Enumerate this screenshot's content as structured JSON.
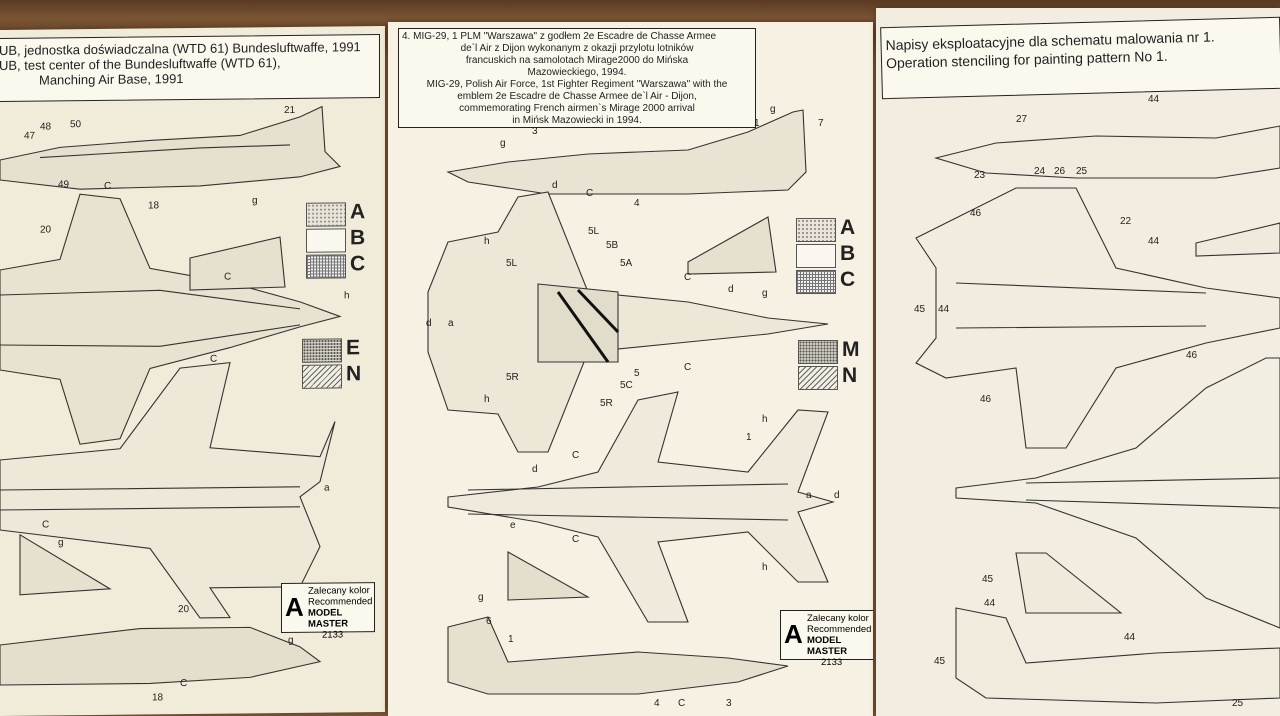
{
  "left_sheet": {
    "caption_lines": [
      "UB, jednostka doświadczalna (WTD 61) Bundesluftwaffe, 1991",
      "UB, test center of the Bundesluftwaffe (WTD 61),",
      "Manching Air Base, 1991"
    ],
    "swatches": [
      "A",
      "B",
      "C",
      "E",
      "N"
    ],
    "recommended": {
      "letter": "A",
      "line1": "Zalecany kolor",
      "line2": "Recommended",
      "line3": "MODEL MASTER",
      "line4": "2133"
    },
    "callouts": [
      "47",
      "48",
      "50",
      "49",
      "C",
      "18",
      "21",
      "20",
      "g",
      "h",
      "C",
      "C",
      "a",
      "C",
      "g",
      "20",
      "g",
      "C",
      "18"
    ]
  },
  "middle_sheet": {
    "caption_lines": [
      "4. MIG-29, 1 PLM \"Warszawa\" z godłem 2e Escadre de Chasse Armee",
      "de`l Air z Dijon wykonanym z okazji przylotu lotników",
      "francuskich na samolotach Mirage2000 do Mińska",
      "Mazowieckiego, 1994.",
      "MIG-29, Polish Air Force, 1st Fighter Regiment \"Warszawa\" with the",
      "emblem 2e Escadre de Chasse Armee de`l Air - Dijon,",
      "commemorating French airmen`s Mirage 2000 arrival",
      "in Mińsk Mazowiecki in 1994."
    ],
    "swatches": [
      "A",
      "B",
      "C",
      "M",
      "N"
    ],
    "recommended": {
      "letter": "A",
      "line1": "Zalecany kolor",
      "line2": "Recommended",
      "line3": "MODEL MASTER",
      "line4": "2133"
    },
    "callouts": [
      "3",
      "g",
      "d",
      "C",
      "4",
      "1",
      "g",
      "7",
      "h",
      "5L",
      "5B",
      "5A",
      "5L",
      "a",
      "d",
      "5R",
      "h",
      "5C",
      "5",
      "5R",
      "C",
      "g",
      "d",
      "C",
      "1",
      "h",
      "d",
      "C",
      "e",
      "C",
      "a",
      "d",
      "h",
      "g",
      "6",
      "1",
      "4",
      "C",
      "3"
    ]
  },
  "right_sheet": {
    "caption_lines": [
      "Napisy eksploatacyjne dla schematu malowania nr 1.",
      "Operation stenciling for painting pattern No 1."
    ],
    "callouts": [
      "27",
      "44",
      "23",
      "24",
      "26",
      "25",
      "46",
      "22",
      "44",
      "45",
      "44",
      "46",
      "46",
      "45",
      "44",
      "44",
      "45",
      "25"
    ]
  }
}
